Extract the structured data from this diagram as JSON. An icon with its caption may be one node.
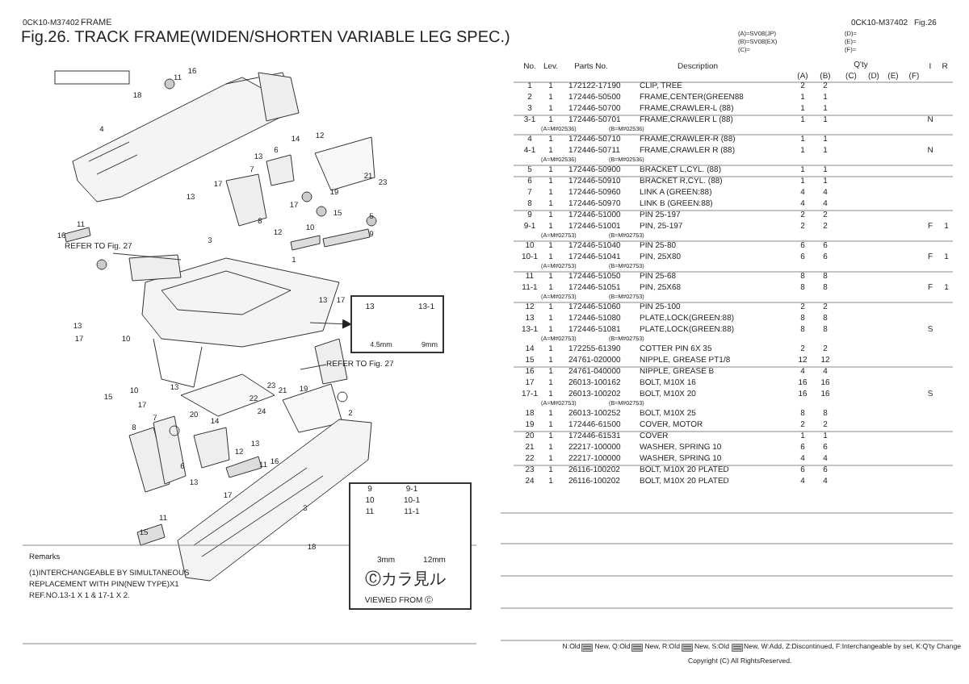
{
  "diagram": {
    "title": "Fig.26.  TRACK FRAME(WIDEN/SHORTEN VARIABLE LEG SPEC.)",
    "nodes": [
      {
        "text": [
          "REFER TO Fig. 27"
        ]
      },
      {
        "text": [
          "REFER TO Fig. 27"
        ]
      },
      {
        "text": [
          "13",
          "13-1",
          "4.5mm",
          "9mm"
        ]
      },
      {
        "text": [
          "9",
          "10",
          "11",
          "9-1",
          "10-1",
          "11-1",
          "3mm",
          "12mm",
          "Ⓒカラ見ル",
          "VIEWED FROM Ⓒ"
        ]
      }
    ],
    "edges": [
      {
        "from": 0,
        "to": null,
        "arrow": "none"
      },
      {
        "from": 1,
        "to": null,
        "arrow": "none"
      },
      {
        "from": null,
        "to": 2,
        "arrow": "to"
      }
    ],
    "labels": [
      "0CK10-M37402",
      "FRAME",
      "11",
      "16",
      "18",
      "4",
      "14",
      "12",
      "6",
      "13",
      "7",
      "17",
      "13",
      "21",
      "23",
      "19",
      "16",
      "11",
      "8",
      "17",
      "12",
      "10",
      "15",
      "5",
      "9",
      "1",
      "3",
      "13",
      "17",
      "13",
      "17",
      "10",
      "15",
      "10",
      "17",
      "13",
      "20",
      "23",
      "21",
      "19",
      "22",
      "24",
      "2",
      "14",
      "8",
      "7",
      "12",
      "13",
      "6",
      "11",
      "16",
      "13",
      "17",
      "3",
      "15",
      "11",
      "18",
      "Remarks",
      "(1)INTERCHANGEABLE BY SIMULTANEOUS",
      "REPLACEMENT WITH PIN(NEW TYPE)X1",
      "REF.NO.13-1 X 1 & 17-1 X 2.",
      "0CK10-M37402",
      "Fig.26",
      "(A)=SV08(JP)",
      "(B)=SV08(EX)",
      "(C)=",
      "(D)=",
      "(E)=",
      "(F)=",
      "No.",
      "Lev.",
      "Parts No.",
      "Description",
      "Q'ty",
      "(A)",
      "(B)",
      "(C)",
      "(D)",
      "(E)",
      "(F)",
      "I",
      "R",
      "1",
      "1",
      "172122-17190",
      "CLIP, TREE",
      "2",
      "2",
      "2",
      "1",
      "172446-50500",
      "FRAME,CENTER(GREEN88",
      "1",
      "1",
      "3",
      "1",
      "172446-50700",
      "FRAME,CRAWLER-L (88)",
      "1",
      "1",
      "3-1",
      "1",
      "172446-50701",
      "FRAME,CRAWLER L (88)",
      "1",
      "1",
      "N",
      "(A=M#02536)",
      "(B=M#02536)",
      "4",
      "1",
      "172446-50710",
      "FRAME,CRAWLER-R (88)",
      "1",
      "1",
      "4-1",
      "1",
      "172446-50711",
      "FRAME,CRAWLER R (88)",
      "1",
      "1",
      "N",
      "(A=M#02536)",
      "(B=M#02536)",
      "5",
      "1",
      "172446-50900",
      "BRACKET L,CYL. (88)",
      "1",
      "1",
      "6",
      "1",
      "172446-50910",
      "BRACKET R,CYL. (88)",
      "1",
      "1",
      "7",
      "1",
      "172446-50960",
      "LINK A    (GREEN:88)",
      "4",
      "4",
      "8",
      "1",
      "172446-50970",
      "LINK B    (GREEN:88)",
      "4",
      "4",
      "9",
      "1",
      "172446-51000",
      "PIN 25-197",
      "2",
      "2",
      "9-1",
      "1",
      "172446-51001",
      "PIN,  25-197",
      "2",
      "2",
      "F",
      "1",
      "(A=M#02753)",
      "(B=M#02753)",
      "10",
      "1",
      "172446-51040",
      "PIN 25-80",
      "6",
      "6",
      "10-1",
      "1",
      "172446-51041",
      "PIN, 25X80",
      "6",
      "6",
      "F",
      "1",
      "(A=M#02753)",
      "(B=M#02753)",
      "11",
      "1",
      "172446-51050",
      "PIN 25-68",
      "8",
      "8",
      "11-1",
      "1",
      "172446-51051",
      "PIN, 25X68",
      "8",
      "8",
      "F",
      "1",
      "(A=M#02753)",
      "(B=M#02753)",
      "12",
      "1",
      "172446-51060",
      "PIN 25-100",
      "2",
      "2",
      "13",
      "1",
      "172446-51080",
      "PLATE,LOCK(GREEN:88)",
      "8",
      "8",
      "13-1",
      "1",
      "172446-51081",
      "PLATE,LOCK(GREEN:88)",
      "8",
      "8",
      "S",
      "(A=M#02753)",
      "(B=M#02753)",
      "14",
      "1",
      "172255-61390",
      "COTTER PIN 6X 35",
      "2",
      "2",
      "15",
      "1",
      "24761-020000",
      "NIPPLE, GREASE PT1/8",
      "12",
      "12",
      "16",
      "1",
      "24761-040000",
      "NIPPLE, GREASE B",
      "4",
      "4",
      "17",
      "1",
      "26013-100162",
      "BOLT, M10X 16",
      "16",
      "16",
      "17-1",
      "1",
      "26013-100202",
      "BOLT, M10X 20",
      "16",
      "16",
      "S",
      "(A=M#02753)",
      "(B=M#02753)",
      "18",
      "1",
      "26013-100252",
      "BOLT, M10X 25",
      "8",
      "8",
      "19",
      "1",
      "172446-61500",
      "COVER, MOTOR",
      "2",
      "2",
      "20",
      "1",
      "172446-61531",
      "COVER",
      "1",
      "1",
      "21",
      "1",
      "22217-100000",
      "WASHER, SPRING 10",
      "6",
      "6",
      "22",
      "1",
      "22217-100000",
      "WASHER, SPRING 10",
      "4",
      "4",
      "23",
      "1",
      "26116-100202",
      "BOLT, M10X 20 PLATED",
      "6",
      "6",
      "24",
      "1",
      "26116-100202",
      "BOLT, M10X 20 PLATED",
      "4",
      "4",
      "N:Old",
      "New, Q:Old",
      "New, R:Old",
      "New, S:Old",
      "New, W:Add, Z:Discontinued, F:Interchangeable by set, K:Q'ty Change",
      "Copyright (C) All RightsReserved."
    ]
  }
}
